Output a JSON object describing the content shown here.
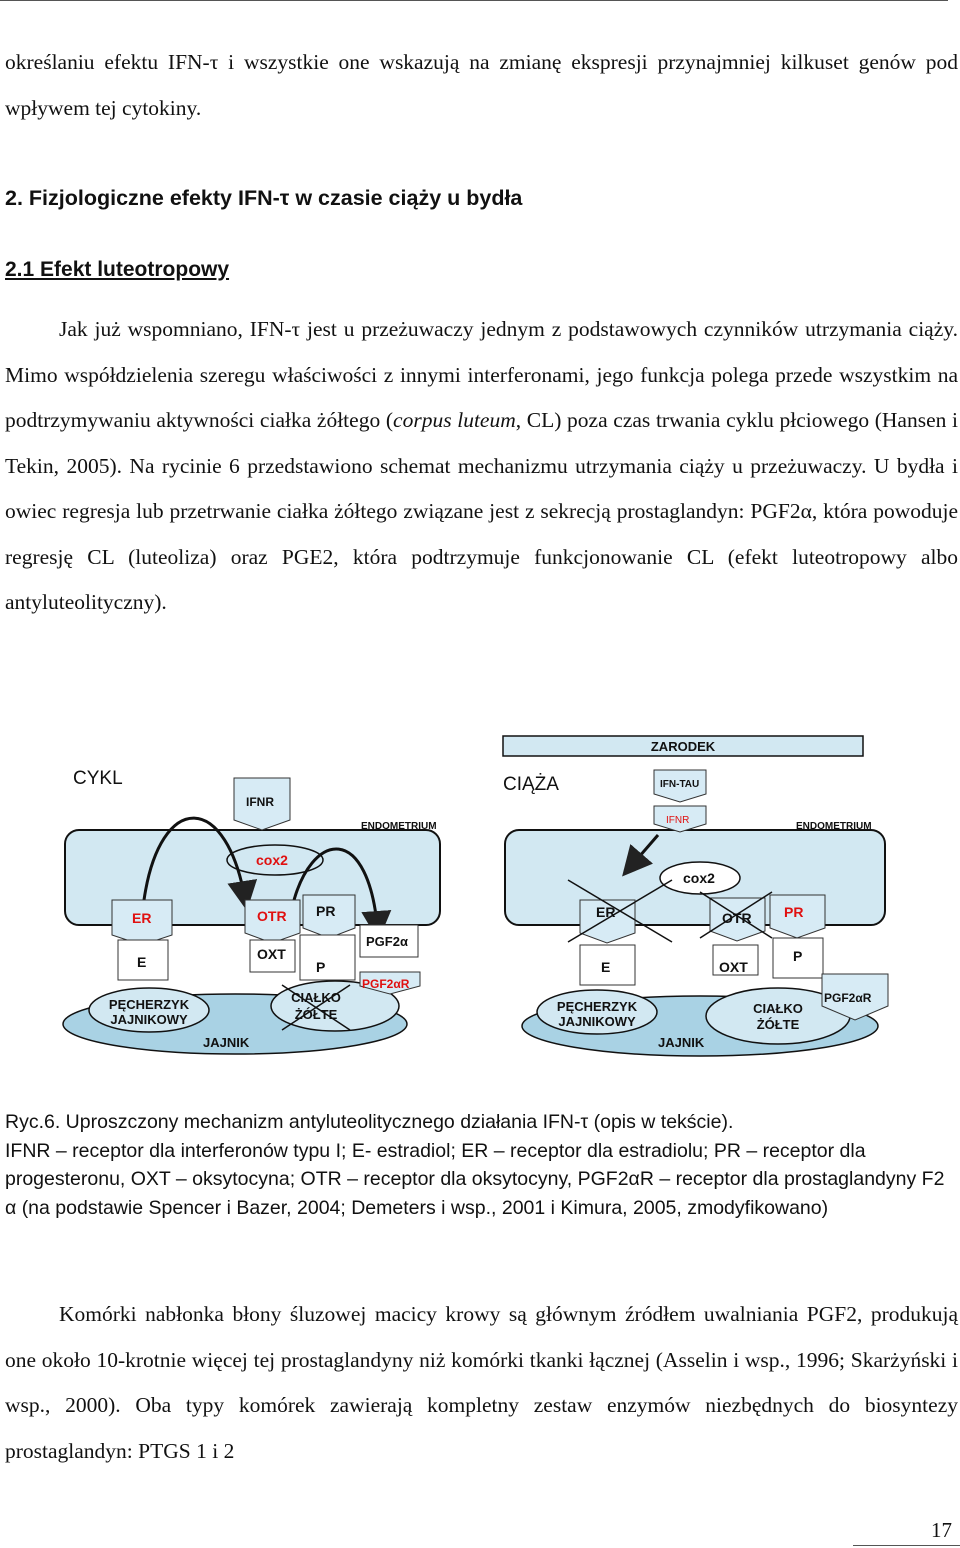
{
  "paragraph_1": "określaniu efektu IFN-τ i wszystkie one wskazują na zmianę ekspresji przynajmniej kilkuset genów pod wpływem tej cytokiny.",
  "heading_2": "2. Fizjologiczne efekty IFN-τ w czasie ciąży u bydła",
  "heading_2_1": "2.1 Efekt luteotropowy",
  "paragraph_2": {
    "text_before_italic": "Jak już wspomniano, IFN-τ jest u przeżuwaczy jednym z podstawowych czynników utrzymania ciąży. Mimo współdzielenia szeregu właściwości z innymi interferonami, jego funkcja polega przede wszystkim na podtrzymywaniu aktywności ciałka żółtego (",
    "italic": "corpus luteum",
    "text_after_italic": ", CL) poza czas trwania cyklu płciowego (Hansen i Tekin, 2005). Na rycinie 6 przedstawiono schemat mechanizmu utrzymania ciąży u przeżuwaczy. U bydła i owiec regresja lub przetrwanie ciałka żółtego związane jest z sekrecją prostaglandyn: PGF2α, która powoduje regresję CL (luteoliza) oraz PGE2, która podtrzymuje funkcjonowanie CL (efekt luteotropowy albo antyluteolityczny)."
  },
  "figure": {
    "left_panel": {
      "title": "CYKL",
      "ifnr": "IFNR",
      "endometrium": "ENDOMETRIUM",
      "cox2": "cox2",
      "er": "ER",
      "otr": "OTR",
      "pr": "PR",
      "e": "E",
      "oxt": "OXT",
      "p": "P",
      "pgf2a": "PGF2α",
      "pgf2ar": "PGF2αR",
      "follicle": [
        "PĘCHERZYK",
        "JAJNIKOWY"
      ],
      "corpus_luteum": [
        "CIAŁKO",
        "ŻÓŁTE"
      ],
      "ovary": "JAJNIK"
    },
    "right_panel": {
      "title": "CIĄŻA",
      "embryo": "ZARODEK",
      "ifn_tau": "IFN-TAU",
      "ifnr": "IFNR",
      "endometrium": "ENDOMETRIUM",
      "cox2": "cox2",
      "er": "ER",
      "otr": "OTR",
      "pr": "PR",
      "e": "E",
      "oxt": "OXT",
      "p": "P",
      "pgf2ar": "PGF2αR",
      "follicle": [
        "PĘCHERZYK",
        "JAJNIKOWY"
      ],
      "corpus_luteum": [
        "CIAŁKO",
        "ŻÓŁTE"
      ],
      "ovary": "JAJNIK"
    },
    "colors": {
      "cell_fill": "#d2e8f2",
      "ovary_fill": "#a9d2e4",
      "red_label": "#e01010",
      "ifnr_box": "#d7ebf5"
    }
  },
  "caption": {
    "line_1": "Ryc.6. Uproszczony mechanizm antyluteolitycznego działania IFN-τ (opis w tekście).",
    "line_2": "IFNR – receptor dla interferonów typu I; E- estradiol; ER – receptor dla estradiolu; PR – receptor dla progesteronu, OXT – oksytocyna; OTR – receptor dla oksytocyny, PGF2αR – receptor dla prostaglandyny F2 α (na podstawie Spencer i Bazer, 2004; Demeters i wsp., 2001 i Kimura, 2005, zmodyfikowano)"
  },
  "paragraph_3": "Komórki nabłonka błony śluzowej macicy krowy są głównym źródłem uwalniania PGF2, produkują one około 10-krotnie więcej tej prostaglandyny niż komórki tkanki łącznej (Asselin i wsp., 1996; Skarżyński i wsp., 2000). Oba typy komórek zawierają kompletny zestaw enzymów niezbędnych do biosyntezy prostaglandyn: PTGS 1 i 2",
  "page_number": "17"
}
